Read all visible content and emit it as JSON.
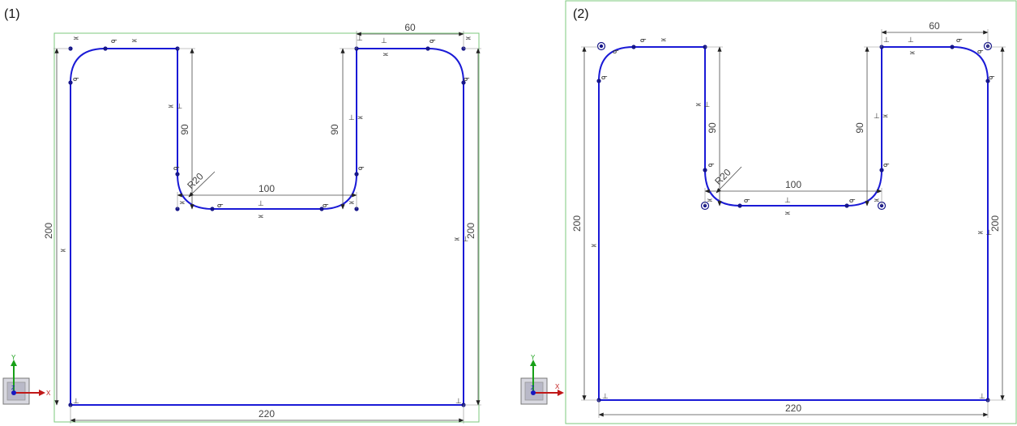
{
  "panels": [
    {
      "caption": "(1)",
      "dims": {
        "height_left": "200",
        "height_right": "200",
        "width_bottom": "220",
        "top_width": "60",
        "slot_depth_left": "90",
        "slot_depth_right": "90",
        "slot_width": "100",
        "fillet": "R20"
      }
    },
    {
      "caption": "(2)",
      "dims": {
        "height_left": "200",
        "height_right": "200",
        "width_bottom": "220",
        "top_width": "60",
        "slot_depth_left": "90",
        "slot_depth_right": "90",
        "slot_width": "100",
        "fillet": "R20"
      }
    }
  ],
  "triad": {
    "x_label": "X",
    "y_label": "Y",
    "z_label": "Z"
  },
  "colors": {
    "profile": "#1a1ad6",
    "frame": "#7ec87e",
    "triad_x": "#c01818",
    "triad_y": "#18a018",
    "triad_z": "#1818c0"
  }
}
